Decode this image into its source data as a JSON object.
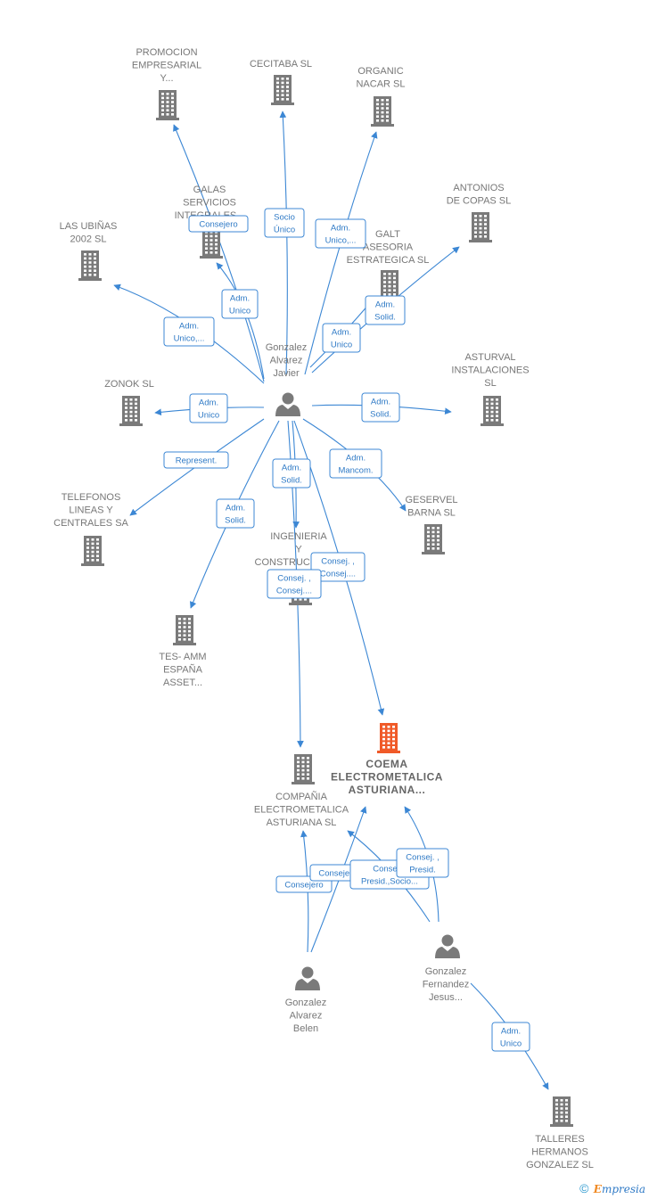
{
  "colors": {
    "building": "#7a7a7a",
    "building_main": "#f05a28",
    "person": "#7a7a7a",
    "edge": "#3c87d4",
    "label": "#777777"
  },
  "nodes": [
    {
      "id": "promocion",
      "type": "company",
      "lines": [
        "PROMOCION",
        "EMPRESARIAL",
        "Y..."
      ]
    },
    {
      "id": "cecitaba",
      "type": "company",
      "lines": [
        "CECITABA  SL"
      ]
    },
    {
      "id": "organic",
      "type": "company",
      "lines": [
        "ORGANIC",
        "NACAR  SL"
      ]
    },
    {
      "id": "antonios",
      "type": "company",
      "lines": [
        "ANTONIOS",
        "DE COPAS SL"
      ]
    },
    {
      "id": "galas",
      "type": "company",
      "lines": [
        "GALAS",
        "SERVICIOS",
        "INTEGRALES..."
      ]
    },
    {
      "id": "galt",
      "type": "company",
      "lines": [
        "GALT",
        "ASESORIA",
        "ESTRATEGICA SL"
      ]
    },
    {
      "id": "ubinas",
      "type": "company",
      "lines": [
        "LAS UBIÑAS",
        "2002 SL"
      ]
    },
    {
      "id": "zonok",
      "type": "company",
      "lines": [
        "ZONOK SL"
      ]
    },
    {
      "id": "asturval",
      "type": "company",
      "lines": [
        "ASTURVAL",
        "INSTALACIONES",
        "SL"
      ]
    },
    {
      "id": "telefonos",
      "type": "company",
      "lines": [
        "TELEFONOS",
        "LINEAS Y",
        "CENTRALES SA"
      ]
    },
    {
      "id": "geservel",
      "type": "company",
      "lines": [
        "GESERVEL",
        "BARNA SL"
      ]
    },
    {
      "id": "ingenieria",
      "type": "company",
      "lines": [
        "INGENIERIA",
        "Y",
        "CONSTRUCCION..."
      ]
    },
    {
      "id": "tesamm",
      "type": "company",
      "lines": [
        "TES- AMM",
        "ESPAÑA",
        "ASSET..."
      ]
    },
    {
      "id": "coema",
      "type": "company_main",
      "lines": [
        "COEMA",
        "ELECTROMETALICA",
        "ASTURIANA..."
      ]
    },
    {
      "id": "compania",
      "type": "company",
      "lines": [
        "COMPAÑIA",
        "ELECTROMETALICA",
        "ASTURIANA  SL"
      ]
    },
    {
      "id": "talleres",
      "type": "company",
      "lines": [
        "TALLERES",
        "HERMANOS",
        "GONZALEZ  SL"
      ]
    },
    {
      "id": "javier",
      "type": "person",
      "lines": [
        "Gonzalez",
        "Alvarez",
        "Javier"
      ]
    },
    {
      "id": "belen",
      "type": "person",
      "lines": [
        "Gonzalez",
        "Alvarez",
        "Belen"
      ]
    },
    {
      "id": "jesus",
      "type": "person",
      "lines": [
        "Gonzalez",
        "Fernandez",
        "Jesus..."
      ]
    }
  ],
  "edges": [
    {
      "from": "javier",
      "to": "promocion",
      "lines": [
        "Consejero"
      ]
    },
    {
      "from": "javier",
      "to": "cecitaba",
      "lines": [
        "Socio",
        "Único"
      ]
    },
    {
      "from": "javier",
      "to": "organic",
      "lines": [
        "Adm.",
        "Unico,..."
      ]
    },
    {
      "from": "javier",
      "to": "antonios",
      "lines": [
        "Adm.",
        "Solid."
      ]
    },
    {
      "from": "javier",
      "to": "galas",
      "lines": [
        "Adm.",
        "Unico"
      ]
    },
    {
      "from": "javier",
      "to": "galt",
      "lines": [
        "Adm.",
        "Unico"
      ]
    },
    {
      "from": "javier",
      "to": "ubinas",
      "lines": [
        "Adm.",
        "Unico,..."
      ]
    },
    {
      "from": "javier",
      "to": "zonok",
      "lines": [
        "Adm.",
        "Unico"
      ]
    },
    {
      "from": "javier",
      "to": "asturval",
      "lines": [
        "Adm.",
        "Solid."
      ]
    },
    {
      "from": "javier",
      "to": "telefonos",
      "lines": [
        "Represent."
      ]
    },
    {
      "from": "javier",
      "to": "geservel",
      "lines": [
        "Adm.",
        "Mancom."
      ]
    },
    {
      "from": "javier",
      "to": "ingenieria",
      "lines": [
        "Adm.",
        "Solid."
      ]
    },
    {
      "from": "javier",
      "to": "tesamm",
      "lines": [
        "Adm.",
        "Solid."
      ]
    },
    {
      "from": "javier",
      "to": "coema",
      "lines": [
        "Consej. ,",
        "Consej...."
      ]
    },
    {
      "from": "javier",
      "to": "compania",
      "lines": [
        "Consej. ,",
        "Consej...."
      ]
    },
    {
      "from": "belen",
      "to": "compania",
      "lines": [
        "Consejero"
      ]
    },
    {
      "from": "belen",
      "to": "coema",
      "lines": [
        "Consejero"
      ]
    },
    {
      "from": "jesus",
      "to": "compania",
      "lines": [
        "Consej. ,",
        "Presid.,Socio..."
      ]
    },
    {
      "from": "jesus",
      "to": "coema",
      "lines": [
        "Consej. ,",
        "Presid."
      ]
    },
    {
      "from": "jesus",
      "to": "talleres",
      "lines": [
        "Adm.",
        "Unico"
      ]
    }
  ],
  "footer": {
    "copyright": "©",
    "brand_initial": "E",
    "brand_rest": "mpresia"
  }
}
